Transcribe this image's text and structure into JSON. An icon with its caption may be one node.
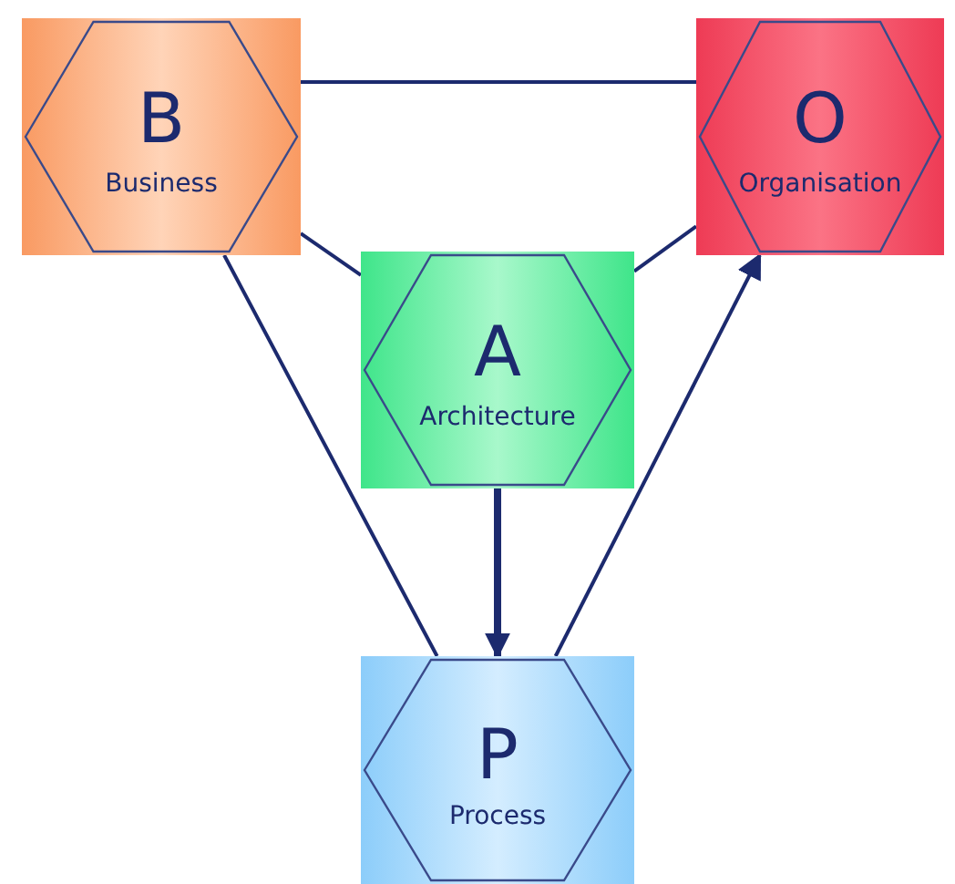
{
  "diagram": {
    "nodes": [
      {
        "text": [
          "B",
          "Business"
        ]
      },
      {
        "text": [
          "O",
          "Organisation"
        ]
      },
      {
        "text": [
          "A",
          "Architecture"
        ]
      },
      {
        "text": [
          "P",
          "Process"
        ]
      }
    ],
    "edges": [
      {
        "from": 0,
        "to": 1,
        "arrow": "none"
      },
      {
        "from": 0,
        "to": 2,
        "arrow": "none"
      },
      {
        "from": 1,
        "to": 2,
        "arrow": "none"
      },
      {
        "from": 0,
        "to": 3,
        "arrow": "none"
      },
      {
        "from": 2,
        "to": 3,
        "arrow": "to",
        "style": "thick"
      },
      {
        "from": 3,
        "to": 1,
        "arrow": "to"
      }
    ]
  }
}
